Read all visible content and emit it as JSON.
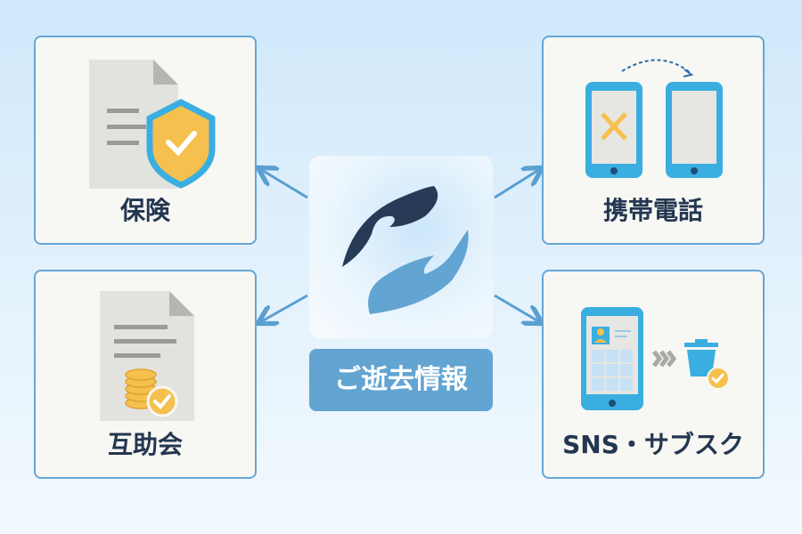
{
  "center": {
    "label": "ご逝去情報",
    "icon": "hands-logo-icon"
  },
  "cards": [
    {
      "label": "保険",
      "icon": "insurance-document-shield-icon"
    },
    {
      "label": "互助会",
      "icon": "mutual-aid-document-coins-icon"
    },
    {
      "label": "携帯電話",
      "icon": "mobile-phone-transfer-icon"
    },
    {
      "label": "SNS・サブスク",
      "icon": "sns-delete-account-icon"
    }
  ],
  "colors": {
    "navy": "#273a56",
    "blue": "#62a4d2",
    "phone": "#3aaee0",
    "gold": "#f5c04e",
    "border": "#66a6d6"
  }
}
